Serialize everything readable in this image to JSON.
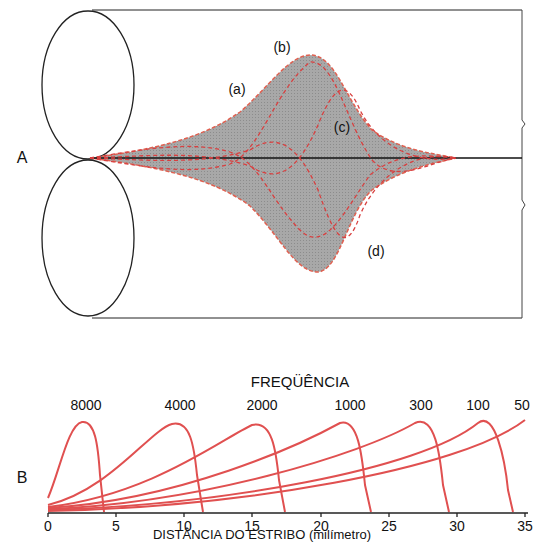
{
  "diagram": {
    "labels": [
      "A",
      "(a)",
      "(b)",
      "(c)",
      "(d)",
      "B",
      "FREQÜÊNCIA",
      "8000",
      "4000",
      "2000",
      "1000",
      "300",
      "100",
      "50",
      "0",
      "5",
      "10",
      "15",
      "20",
      "25",
      "30",
      "35",
      "DISTÂNCIA DO ESTRIBO (milímetro)"
    ]
  }
}
